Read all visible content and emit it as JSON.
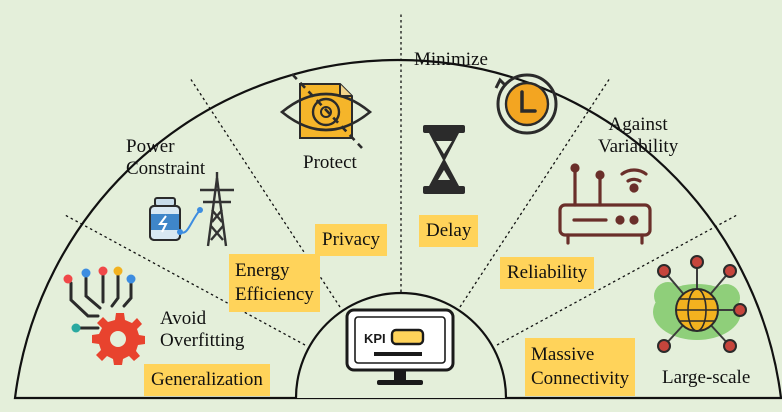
{
  "center": {
    "badge_text": "KPI"
  },
  "kpis": {
    "generalization": "Generalization",
    "energy": [
      "Energy",
      "Efficiency"
    ],
    "privacy": "Privacy",
    "delay": "Delay",
    "reliability": "Reliability",
    "connectivity": [
      "Massive",
      "Connectivity"
    ]
  },
  "descriptors": {
    "avoid": [
      "Avoid",
      "Overfitting"
    ],
    "power": [
      "Power",
      "Constraint"
    ],
    "protect": "Protect",
    "minimize": "Minimize",
    "against": [
      "Against",
      "Variability"
    ],
    "large_scale": "Large-scale"
  },
  "icons": [
    "gear-network-icon",
    "battery-tower-icon",
    "eye-document-icon",
    "clock-icon",
    "hourglass-icon",
    "router-icon",
    "globe-network-icon",
    "monitor-icon"
  ],
  "colors": {
    "background": "#e4efda",
    "label_fill": "#ffd35a",
    "outline": "#1a1a1a",
    "accent_orange": "#f5a623"
  }
}
